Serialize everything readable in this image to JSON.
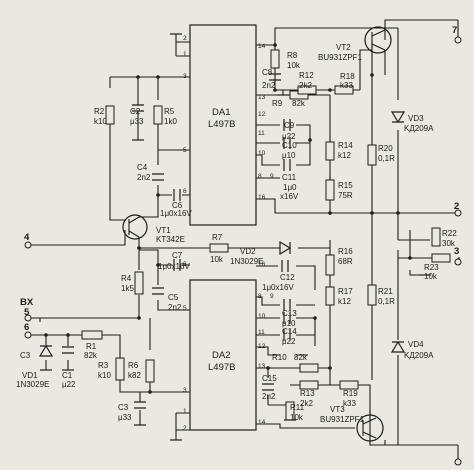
{
  "chips": {
    "da1": {
      "ref": "DA1",
      "part": "L497B"
    },
    "da2": {
      "ref": "DA2",
      "part": "L497B"
    }
  },
  "terminals": {
    "t7": "7",
    "t2": "2",
    "t3": "3",
    "t4": "4",
    "t5": "5",
    "t6": "6",
    "input": "BX"
  },
  "pins": {
    "da1": {
      "p1": "1",
      "p2": "2",
      "p3": "3",
      "p5": "5",
      "p6": "6",
      "p8": "8",
      "p9": "9",
      "p10": "10",
      "p11": "11",
      "p12": "12",
      "p13": "13",
      "p14": "14",
      "p16": "16"
    },
    "da2": {
      "p1": "1",
      "p2": "2",
      "p3": "3",
      "p5": "5",
      "p6": "6",
      "p8": "8",
      "p9": "9",
      "p10": "10",
      "p11": "11",
      "p12": "12",
      "p13": "13",
      "p14": "14",
      "p16": "16"
    }
  },
  "components": {
    "vt1": {
      "ref": "VT1",
      "part": "KT342E"
    },
    "vt2": {
      "ref": "VT2",
      "part": "BU931ZPF1"
    },
    "vt3": {
      "ref": "VT3",
      "part": "BU931ZPF1"
    },
    "vd1": {
      "ref": "VD1",
      "part": "1N3029E"
    },
    "vd2": {
      "ref": "VD2",
      "part": "1N3029E"
    },
    "vd3": {
      "ref": "VD3",
      "part": "KД209A"
    },
    "vd4": {
      "ref": "VD4",
      "part": "KД209A"
    },
    "r1": {
      "ref": "R1",
      "value": "82k"
    },
    "r2": {
      "ref": "R2",
      "value": "k10"
    },
    "r3": {
      "ref": "R3",
      "value": "k10"
    },
    "r4": {
      "ref": "R4",
      "value": "1k5"
    },
    "r5": {
      "ref": "R5",
      "value": "1k0"
    },
    "r6": {
      "ref": "R6",
      "value": "k82"
    },
    "r7": {
      "ref": "R7",
      "value": "10k"
    },
    "r8": {
      "ref": "R8",
      "value": "10k"
    },
    "r9": {
      "ref": "R9",
      "value": "82k"
    },
    "r10": {
      "ref": "R10",
      "value": "82k"
    },
    "r11": {
      "ref": "R11",
      "value": "10k"
    },
    "r12": {
      "ref": "R12",
      "value": "2k2"
    },
    "r13": {
      "ref": "R13",
      "value": "2k2"
    },
    "r14": {
      "ref": "R14",
      "value": "k12"
    },
    "r15": {
      "ref": "R15",
      "value": "75R"
    },
    "r16": {
      "ref": "R16",
      "value": "68R"
    },
    "r17": {
      "ref": "R17",
      "value": "k12"
    },
    "r18": {
      "ref": "R18",
      "value": "k33"
    },
    "r19": {
      "ref": "R19",
      "value": "k33"
    },
    "r20": {
      "ref": "R20",
      "value": "0,1R"
    },
    "r21": {
      "ref": "R21",
      "value": "0,1R"
    },
    "r22": {
      "ref": "R22",
      "value": "30k"
    },
    "r23": {
      "ref": "R23",
      "value": "10k"
    },
    "c1": {
      "ref": "C1",
      "value": "μ22"
    },
    "c2": {
      "ref": "C2",
      "value": "μ33"
    },
    "c3": {
      "ref": "C3",
      "value": "μ33"
    },
    "c3b": {
      "ref": "C3",
      "value": ""
    },
    "c4": {
      "ref": "C4",
      "value": "2n2"
    },
    "c5": {
      "ref": "C5",
      "value": "2n2"
    },
    "c6": {
      "ref": "C6",
      "value": "1μ0x16V"
    },
    "c7": {
      "ref": "C7",
      "value": "1μ0x16V"
    },
    "c8": {
      "ref": "C8",
      "value": "2n2"
    },
    "c9": {
      "ref": "C9",
      "value": "μ22"
    },
    "c10": {
      "ref": "C10",
      "value": "μ10"
    },
    "c11": {
      "ref": "C11",
      "value": "1μ0",
      "value2": "x16V"
    },
    "c12": {
      "ref": "C12",
      "value": "1μ0x16V"
    },
    "c13": {
      "ref": "C13",
      "value": "μ10"
    },
    "c14": {
      "ref": "C14",
      "value": "μ22"
    },
    "c15": {
      "ref": "C15",
      "value": "2n2"
    }
  }
}
